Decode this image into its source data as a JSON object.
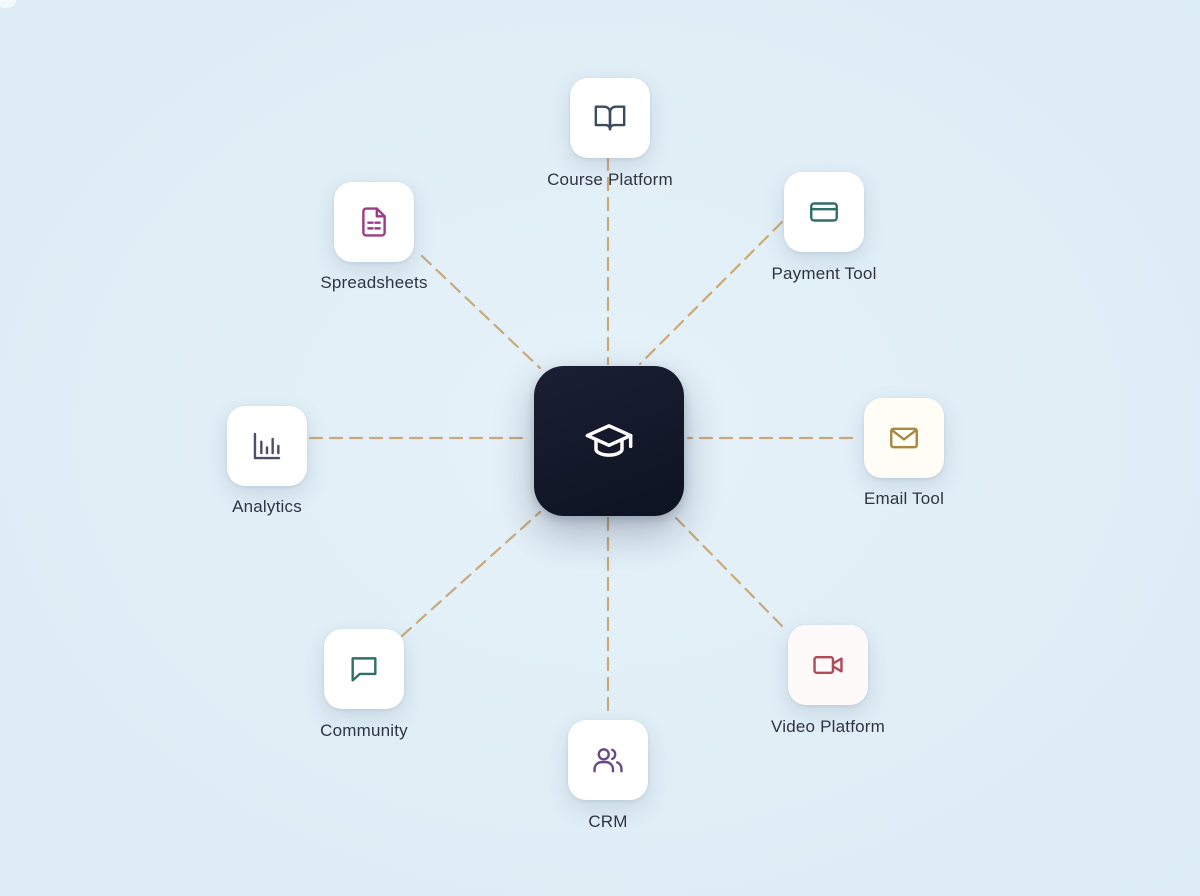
{
  "hub": {
    "icon": "graduation-cap-icon"
  },
  "nodes": [
    {
      "id": "course-platform",
      "label": "Course Platform",
      "icon": "book-open-icon",
      "color": "#3c4a5e"
    },
    {
      "id": "payment-tool",
      "label": "Payment Tool",
      "icon": "credit-card-icon",
      "color": "#2f6f68"
    },
    {
      "id": "email-tool",
      "label": "Email Tool",
      "icon": "mail-icon",
      "color": "#a8873f"
    },
    {
      "id": "video-platform",
      "label": "Video Platform",
      "icon": "video-camera-icon",
      "color": "#b24a5a"
    },
    {
      "id": "crm",
      "label": "CRM",
      "icon": "users-icon",
      "color": "#6a4a86"
    },
    {
      "id": "community",
      "label": "Community",
      "icon": "chat-bubble-icon",
      "color": "#2f6f68"
    },
    {
      "id": "analytics",
      "label": "Analytics",
      "icon": "bar-chart-icon",
      "color": "#4a4f6a"
    },
    {
      "id": "spreadsheets",
      "label": "Spreadsheets",
      "icon": "spreadsheet-file-icon",
      "color": "#9a3d86"
    }
  ],
  "connector_color": "#c9a97c"
}
